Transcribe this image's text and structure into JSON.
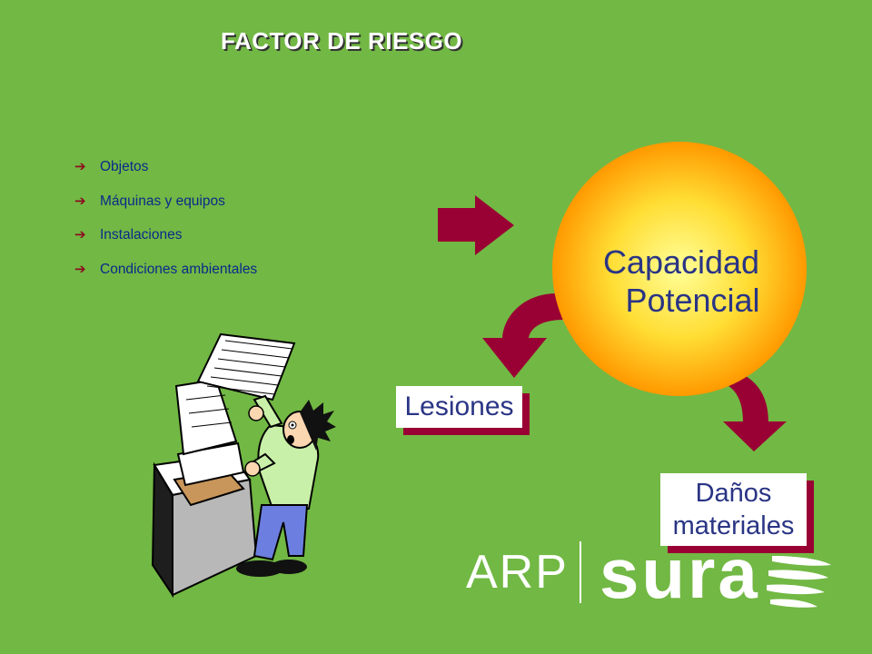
{
  "slide": {
    "title": "FACTOR DE RIESGO",
    "risk_factors": [
      "Objetos",
      "Máquinas y equipos",
      "Instalaciones",
      "Condiciones ambientales"
    ],
    "bullet_glyph": "➔",
    "center_line1": "Capacidad",
    "center_line2": "Potencial",
    "outcome_1": "Lesiones",
    "outcome_2_line1": "Daños",
    "outcome_2_line2": "materiales",
    "logo_prefix": "ARP",
    "logo_brand": "sura"
  },
  "colors": {
    "background": "#72b844",
    "arrow": "#990033",
    "label_text": "#2a3585",
    "list_text": "#0a2a8a",
    "circle_center": "#ffff99",
    "circle_edge": "#ff9900"
  },
  "icons": [
    "right-arrow-icon",
    "curved-arrow-left-icon",
    "curved-arrow-right-icon",
    "worker-computer-clipart",
    "sura-wing-logo"
  ]
}
